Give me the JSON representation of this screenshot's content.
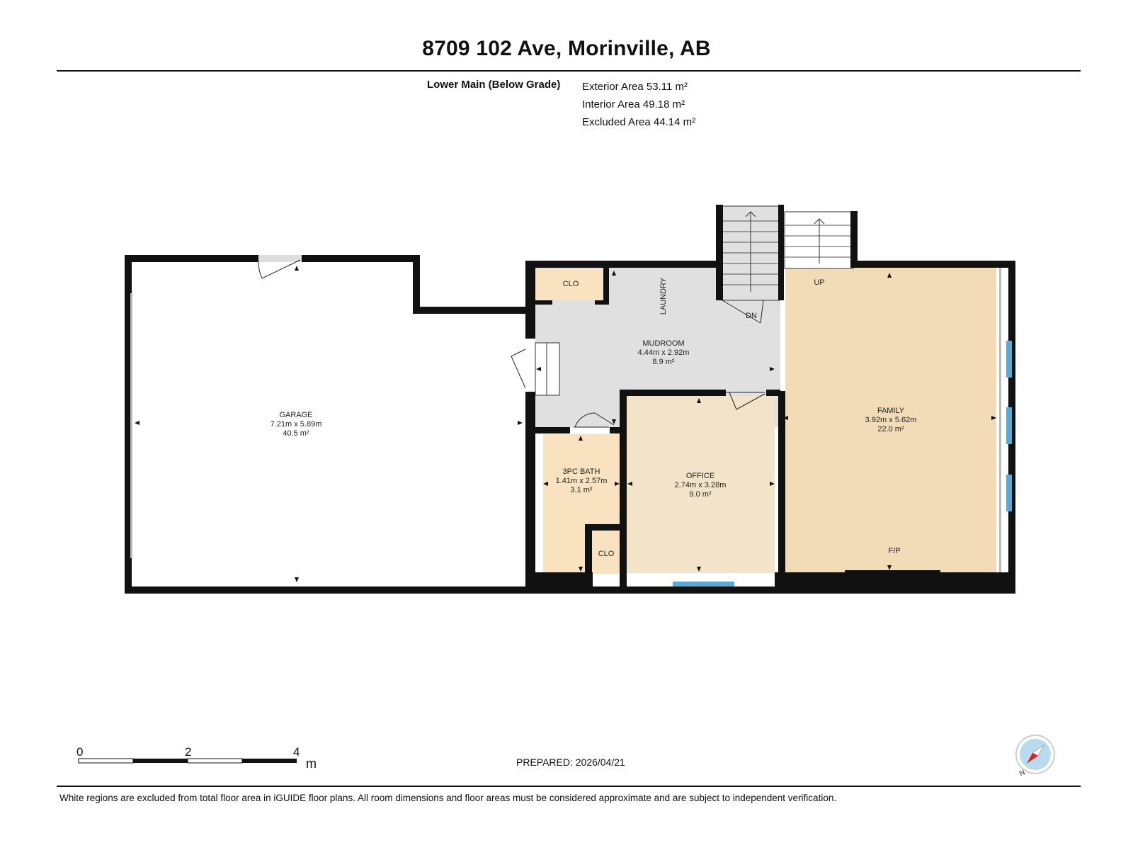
{
  "header": {
    "address": "8709 102 Ave, Morinville, AB"
  },
  "summary": {
    "level": "Lower Main (Below Grade)",
    "exterior_area": "Exterior Area 53.11 m²",
    "interior_area": "Interior Area 49.18 m²",
    "excluded_area": "Excluded Area 44.14 m²"
  },
  "rooms": {
    "garage": {
      "name": "GARAGE",
      "dims": "7.21m x 5.89m",
      "area": "40.5 m²"
    },
    "mudroom": {
      "name": "MUDROOM",
      "dims": "4.44m x 2.92m",
      "area": "8.9 m²"
    },
    "bath": {
      "name": "3PC BATH",
      "dims": "1.41m x 2.57m",
      "area": "3.1 m²"
    },
    "office": {
      "name": "OFFICE",
      "dims": "2.74m x 3.28m",
      "area": "9.0 m²"
    },
    "family": {
      "name": "FAMILY",
      "dims": "3.92m x 5.62m",
      "area": "22.0 m²"
    }
  },
  "labels": {
    "clo_top": "CLO",
    "clo_bottom": "CLO",
    "laundry": "LAUNDRY",
    "up": "UP",
    "dn": "DN",
    "fireplace": "F/P"
  },
  "colors": {
    "wall": "#111111",
    "mudroom": "#e0e0e0",
    "family": "#f2dcb8",
    "office": "#f3e3c8",
    "bath": "#f8e2c0",
    "closet": "#f8e2c0",
    "window": "#5ba9d6"
  },
  "scale": {
    "labels": [
      "0",
      "2",
      "4"
    ],
    "unit": "m"
  },
  "footer": {
    "prepared": "PREPARED: 2026/04/21",
    "disclaimer": "White regions are excluded from total floor area in iGUIDE floor plans. All room dimensions and floor areas must be considered approximate and are subject to independent verification."
  },
  "compass": {
    "label": "N"
  }
}
